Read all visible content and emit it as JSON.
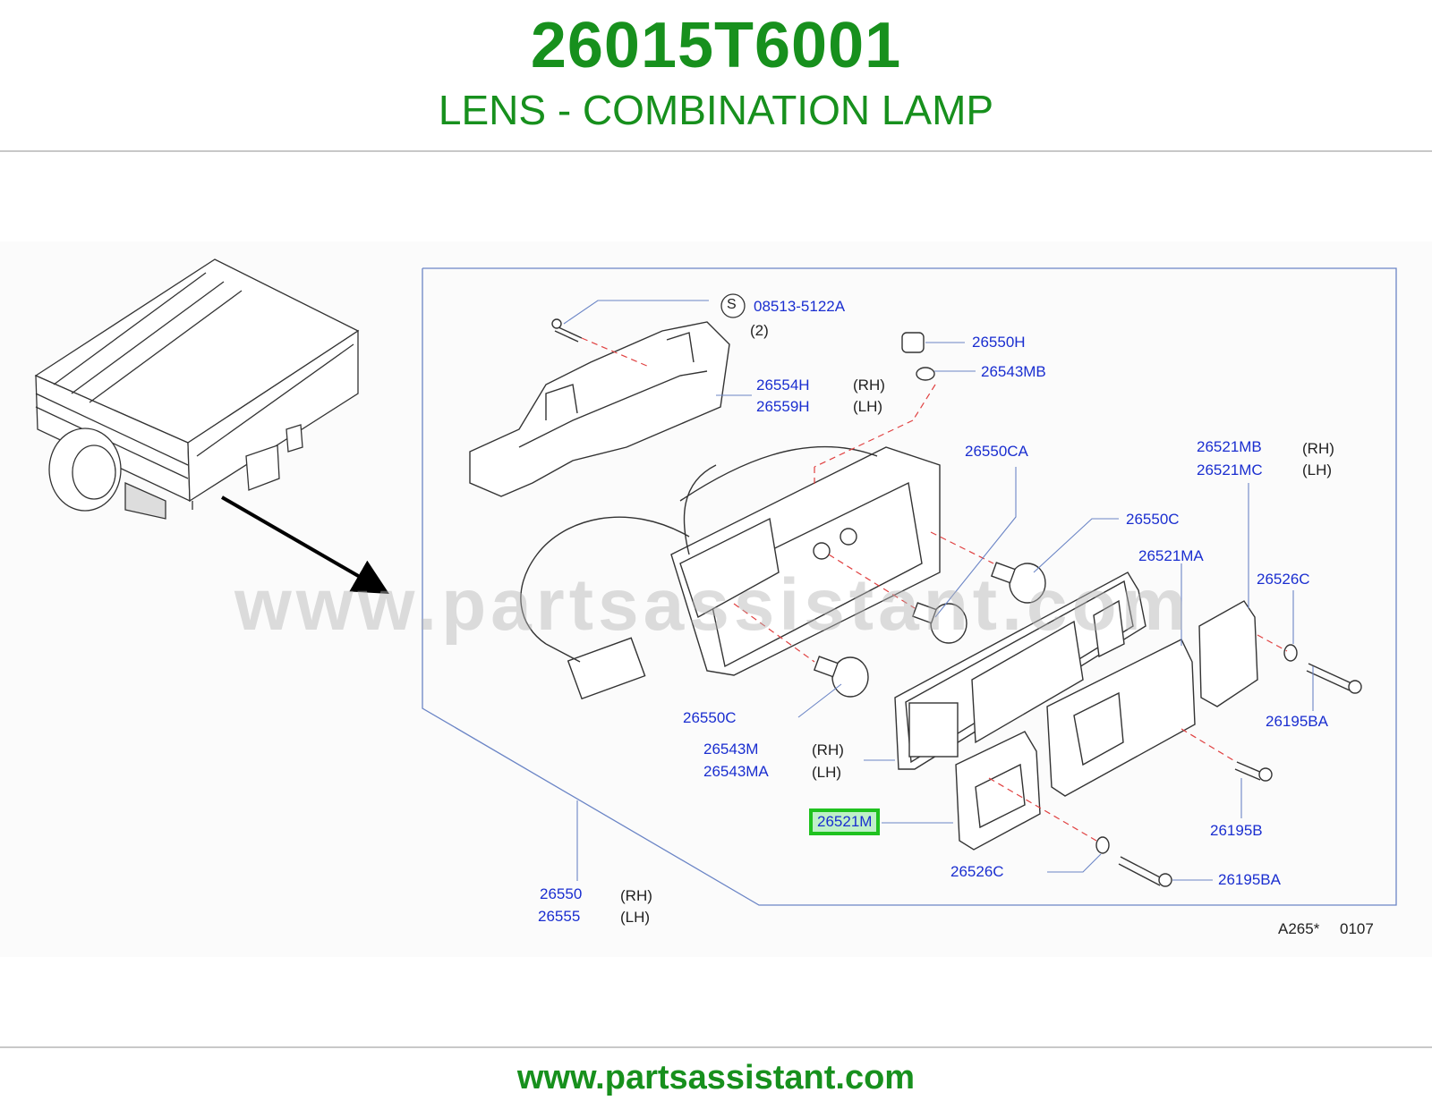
{
  "header": {
    "part_number": "26015T6001",
    "title": "LENS - COMBINATION LAMP"
  },
  "diagram": {
    "screw_symbol": "S",
    "callouts": [
      {
        "id": "08513-5122A",
        "text": "08513-5122A"
      },
      {
        "id": "qty-2",
        "text": "(2)"
      },
      {
        "id": "26550H",
        "text": "26550H"
      },
      {
        "id": "26543MB",
        "text": "26543MB"
      },
      {
        "id": "26554H",
        "text": "26554H"
      },
      {
        "id": "26559H",
        "text": "26559H"
      },
      {
        "id": "26550CA",
        "text": "26550CA"
      },
      {
        "id": "26521MB",
        "text": "26521MB"
      },
      {
        "id": "26521MC",
        "text": "26521MC"
      },
      {
        "id": "26550C-upper",
        "text": "26550C"
      },
      {
        "id": "26521MA",
        "text": "26521MA"
      },
      {
        "id": "26526C-upper",
        "text": "26526C"
      },
      {
        "id": "26195BA-upper",
        "text": "26195BA"
      },
      {
        "id": "26550C-lower",
        "text": "26550C"
      },
      {
        "id": "26543M",
        "text": "26543M"
      },
      {
        "id": "26543MA",
        "text": "26543MA"
      },
      {
        "id": "26521M",
        "text": "26521M"
      },
      {
        "id": "26195B",
        "text": "26195B"
      },
      {
        "id": "26526C-lower",
        "text": "26526C"
      },
      {
        "id": "26195BA-lower",
        "text": "26195BA"
      },
      {
        "id": "26550",
        "text": "26550"
      },
      {
        "id": "26555",
        "text": "26555"
      }
    ],
    "sides": {
      "rh": "(RH)",
      "lh": "(LH)"
    },
    "highlighted_part": "26521M",
    "diagram_code": "A265*",
    "diagram_date": "0107",
    "watermark": "www.partsassistant.com"
  },
  "footer": {
    "url": "www.partsassistant.com"
  },
  "colors": {
    "brand_green": "#17901d",
    "callout_blue": "#1a2ed0",
    "highlight_border": "#1fc21f"
  }
}
